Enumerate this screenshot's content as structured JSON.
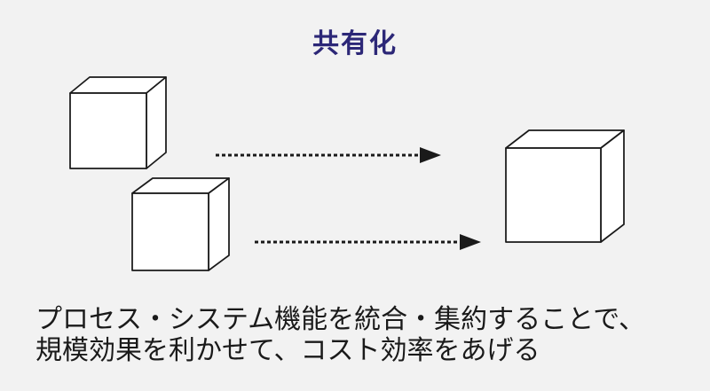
{
  "page": {
    "background_color": "#f2f2f2"
  },
  "title": {
    "text": "共有化",
    "color": "#2c2777"
  },
  "description": {
    "line1": "プロセス・システム機能を統合・集約することで、",
    "line2": "規模効果を利かせて、コスト効率をあげる",
    "color": "#1a1a1a"
  },
  "diagram": {
    "source_cube_count": 2,
    "target_cube_count": 1,
    "arrow_style": "dashed",
    "cube_fill_color": "#ffffff",
    "line_color": "#1a1a1a"
  }
}
